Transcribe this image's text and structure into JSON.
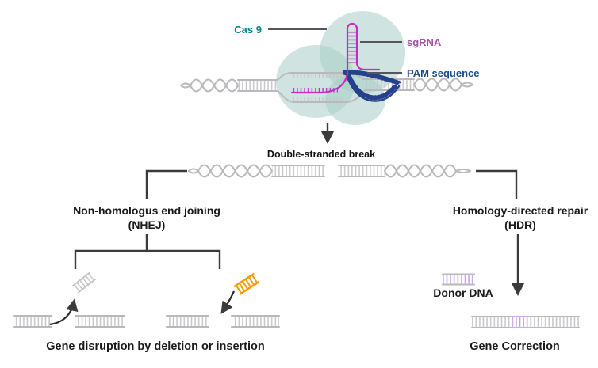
{
  "labels": {
    "cas9": "Cas 9",
    "sgrna": "sgRNA",
    "pam": "PAM sequence",
    "dsb": "Double-stranded break",
    "nhej_name": "Non-homologus end joining",
    "nhej_abbr": "(NHEJ)",
    "hdr_name": "Homology-directed repair",
    "hdr_abbr": "(HDR)",
    "donor": "Donor DNA",
    "nhej_outcome": "Gene disruption by deletion or insertion",
    "hdr_outcome": "Gene Correction"
  },
  "colors": {
    "cas9_label": "#00838A",
    "cas9_body": "#c3ddd7",
    "sgrna_label": "#A84FA8",
    "sgrna_strand": "#C32BC4",
    "pam_label": "#1C4A8C",
    "pam_strand": "#24418C",
    "dna_gray": "#BDBDC1",
    "insert_orange": "#F59B00",
    "donor_purple": "#C9A5EC",
    "arrow_dark": "#3B3B3B",
    "text_dark": "#1A1A1A"
  }
}
